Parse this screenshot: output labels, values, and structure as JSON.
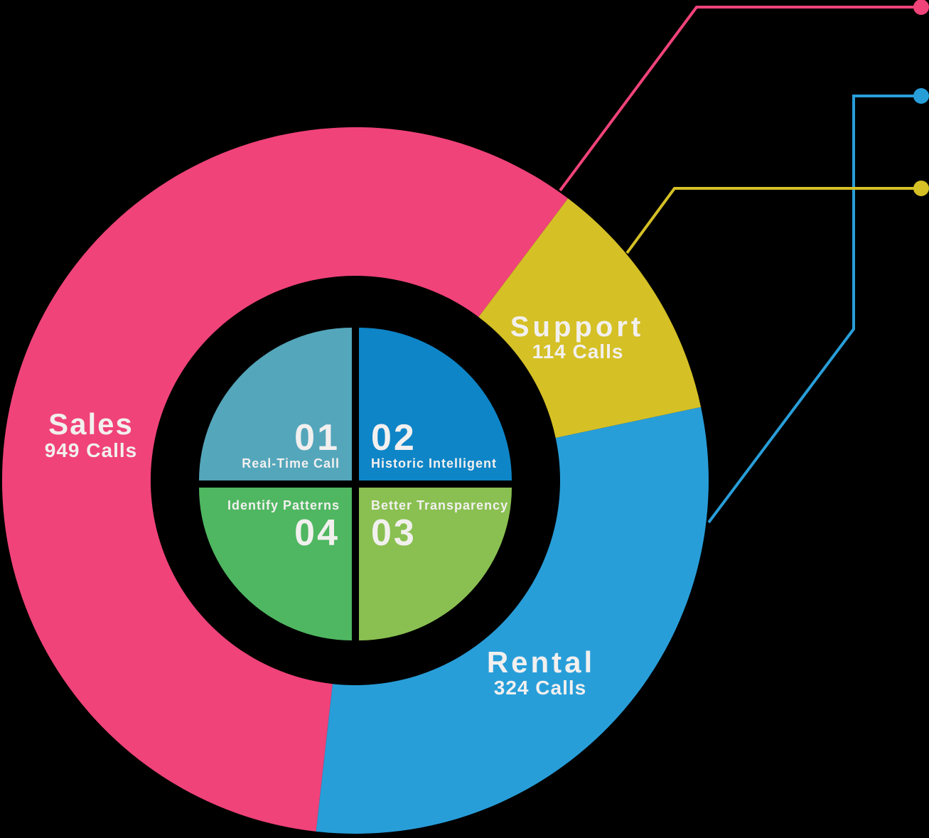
{
  "chart_data": {
    "type": "pie",
    "subtype": "donut-infographic",
    "categories": [
      "Sales",
      "Support",
      "Rental"
    ],
    "values": [
      949,
      114,
      324
    ],
    "value_labels": [
      "949 Calls",
      "114 Calls",
      "324 Calls"
    ],
    "segment_colors": [
      "#F04379",
      "#D5C026",
      "#289ED9"
    ],
    "segment_angles_deg": [
      211,
      41,
      108
    ],
    "legend_position": "labels-on-slices-with-callout-lines",
    "center_wheel": [
      {
        "number": "01",
        "label": "Real-Time Call",
        "color": "#54A6BB"
      },
      {
        "number": "02",
        "label": "Historic Intelligent",
        "color": "#0E85C7"
      },
      {
        "number": "03",
        "label": "Better Transparency",
        "color": "#89C051"
      },
      {
        "number": "04",
        "label": "Identify Patterns",
        "color": "#4FB761"
      }
    ]
  },
  "colors": {
    "background": "#000000",
    "text": "#F2F0EF"
  }
}
